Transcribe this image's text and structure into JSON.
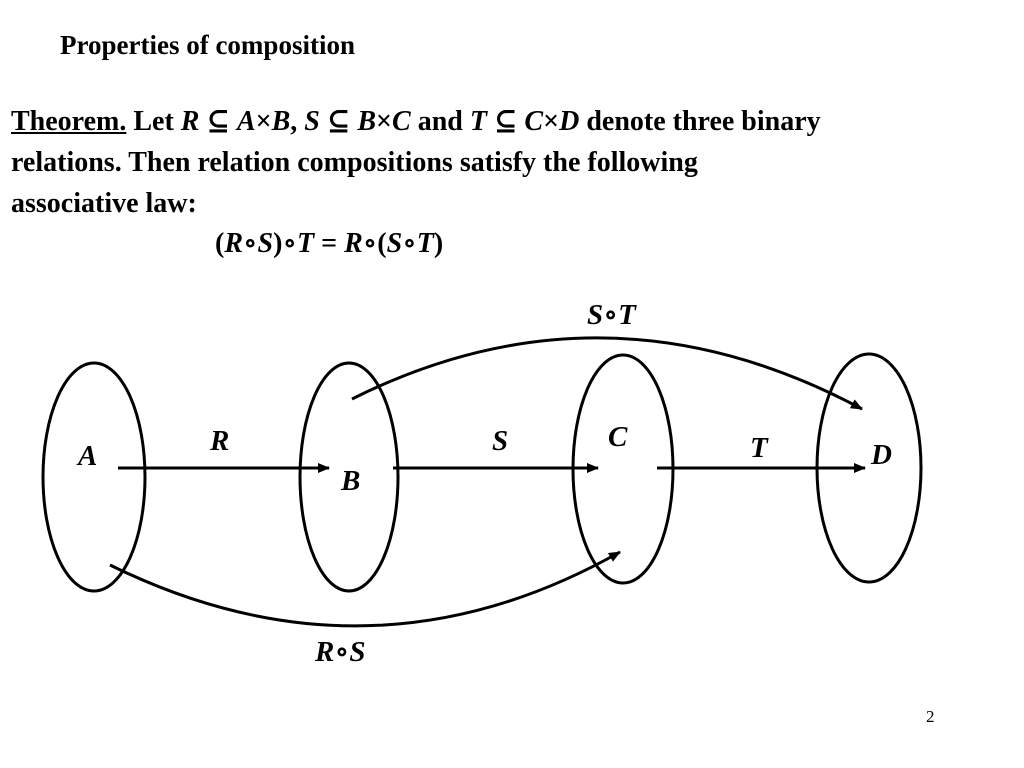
{
  "slide": {
    "title": "Properties of composition",
    "page_number": "2"
  },
  "theorem": {
    "label": "Theorem.",
    "let": "Let",
    "R": "R",
    "subset": "⊆",
    "A": "A",
    "times": "×",
    "B": "B",
    "S": "S",
    "C": "C",
    "and": "and",
    "T": "T",
    "D": "D",
    "comma": ",",
    "tail1": "denote three binary",
    "line2": "relations.  Then relation compositions satisfy the following",
    "line3": "associative law:"
  },
  "formula": {
    "open": "(",
    "R": "R",
    "o": "∘",
    "S": "S",
    "close": ")",
    "T": "T",
    "eq": " = "
  },
  "diagram": {
    "sets": [
      "A",
      "B",
      "C",
      "D"
    ],
    "arrow_labels": {
      "R": "R",
      "S": "S",
      "T": "T",
      "SoT": "S∘T",
      "RoS": "R∘S"
    }
  }
}
